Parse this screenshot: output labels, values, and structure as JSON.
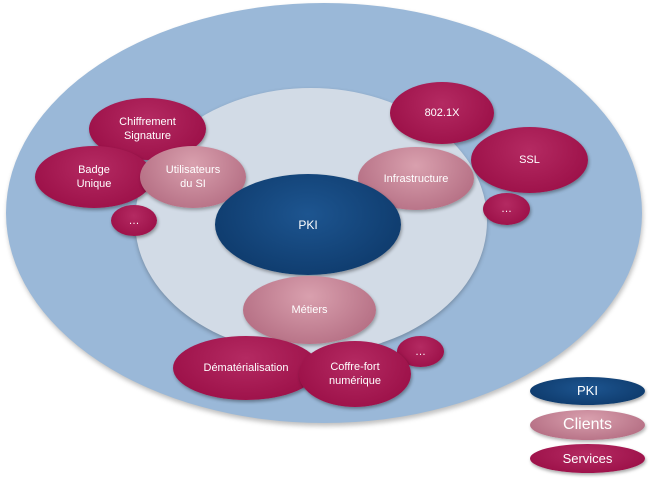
{
  "colors": {
    "outer_ring": "#9ab8d8",
    "inner_ring": "#d2dbe6",
    "pki": "#0f3c6e",
    "clients": "#b56f84",
    "services": "#a31450"
  },
  "core": {
    "label": "PKI"
  },
  "clients": [
    {
      "label": "Utilisateurs\ndu SI"
    },
    {
      "label": "Infrastructure"
    },
    {
      "label": "Métiers"
    }
  ],
  "services": [
    {
      "label": "Chiffrement\nSignature"
    },
    {
      "label": "Badge\nUnique"
    },
    {
      "label": "…"
    },
    {
      "label": "802.1X"
    },
    {
      "label": "SSL"
    },
    {
      "label": "…"
    },
    {
      "label": "Dématérialisation"
    },
    {
      "label": "Coffre-fort\nnumérique"
    },
    {
      "label": "…"
    }
  ],
  "legend": [
    {
      "label": "PKI"
    },
    {
      "label": "Clients"
    },
    {
      "label": "Services"
    }
  ]
}
